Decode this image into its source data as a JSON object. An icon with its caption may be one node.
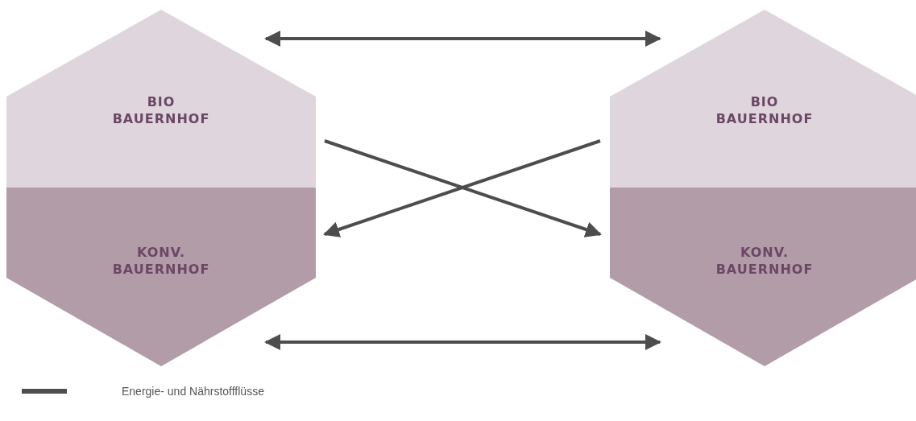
{
  "diagram": {
    "nodes": [
      {
        "text": [
          "BIO BAUERNHOF"
        ]
      },
      {
        "text": [
          "KONV. BAUERNHOF"
        ]
      },
      {
        "text": [
          "BIO BAUERNHOF"
        ]
      },
      {
        "text": [
          "KONV. BAUERNHOF"
        ]
      }
    ],
    "edges": [
      {
        "from": 0,
        "to": 2,
        "arrow": "both"
      },
      {
        "from": 0,
        "to": 3,
        "arrow": "to"
      },
      {
        "from": 2,
        "to": 1,
        "arrow": "to"
      },
      {
        "from": 1,
        "to": 3,
        "arrow": "both"
      }
    ],
    "legend": [
      {
        "text": "Energie- und Nährstoffflüsse"
      }
    ]
  }
}
